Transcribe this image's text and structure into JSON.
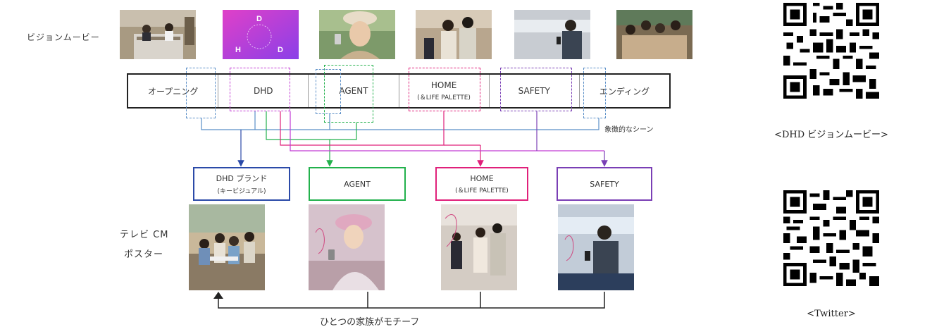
{
  "labels": {
    "vision_movie": "ビジョンムービー",
    "tv_cm": "テレビ CM",
    "poster": "ポスター",
    "symbolic_scene": "象徴的なシーン",
    "family_motif": "ひとつの家族がモチーフ"
  },
  "timeline": {
    "segments": [
      {
        "label": "オープニング",
        "sub": ""
      },
      {
        "label": "DHD",
        "sub": ""
      },
      {
        "label": "AGENT",
        "sub": ""
      },
      {
        "label": "HOME",
        "sub": "(＆LIFE PALETTE)"
      },
      {
        "label": "SAFETY",
        "sub": ""
      },
      {
        "label": "エンディング",
        "sub": ""
      }
    ]
  },
  "thumbnails": {
    "dhd_letters": [
      "D",
      "H",
      "D"
    ]
  },
  "boxes": [
    {
      "label": "DHD ブランド",
      "sub": "(キービジュアル)",
      "color": "#2b4aa8"
    },
    {
      "label": "AGENT",
      "sub": "",
      "color": "#22b14c"
    },
    {
      "label": "HOME",
      "sub": "(＆LIFE PALETTE)",
      "color": "#e0207a"
    },
    {
      "label": "SAFETY",
      "sub": "",
      "color": "#7a3fb5"
    }
  ],
  "colors": {
    "blue": "#5b8fc8",
    "magenta": "#c23bd4",
    "green": "#22b14c",
    "pink": "#e0207a",
    "purple": "#7a3fb5"
  },
  "qr": {
    "movie_caption": "<DHD ビジョンムービー>",
    "twitter_caption": "<Twitter>"
  }
}
